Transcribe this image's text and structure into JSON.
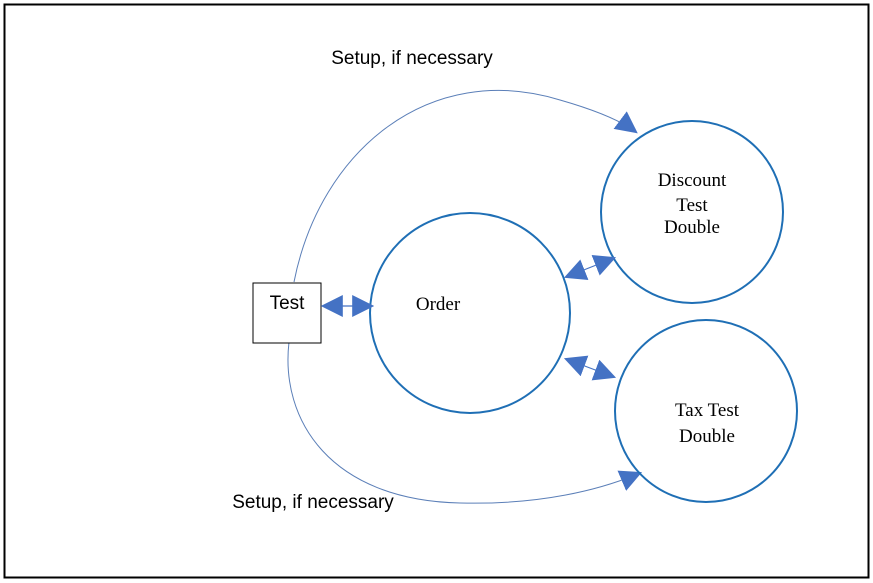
{
  "diagram": {
    "test_box": {
      "label": "Test"
    },
    "order": {
      "label": "Order"
    },
    "discount_double": {
      "lines": [
        "Discount",
        "Test",
        "Double"
      ]
    },
    "tax_double": {
      "lines": [
        "Tax Test",
        "Double"
      ]
    },
    "setup_top": {
      "label": "Setup, if necessary"
    },
    "setup_bottom": {
      "label": "Setup, if necessary"
    }
  },
  "colors": {
    "circle_stroke": "#1f6fb5",
    "arrow_fill": "#4472c4",
    "curve_stroke": "#5b7fb8",
    "frame": "#000000"
  }
}
